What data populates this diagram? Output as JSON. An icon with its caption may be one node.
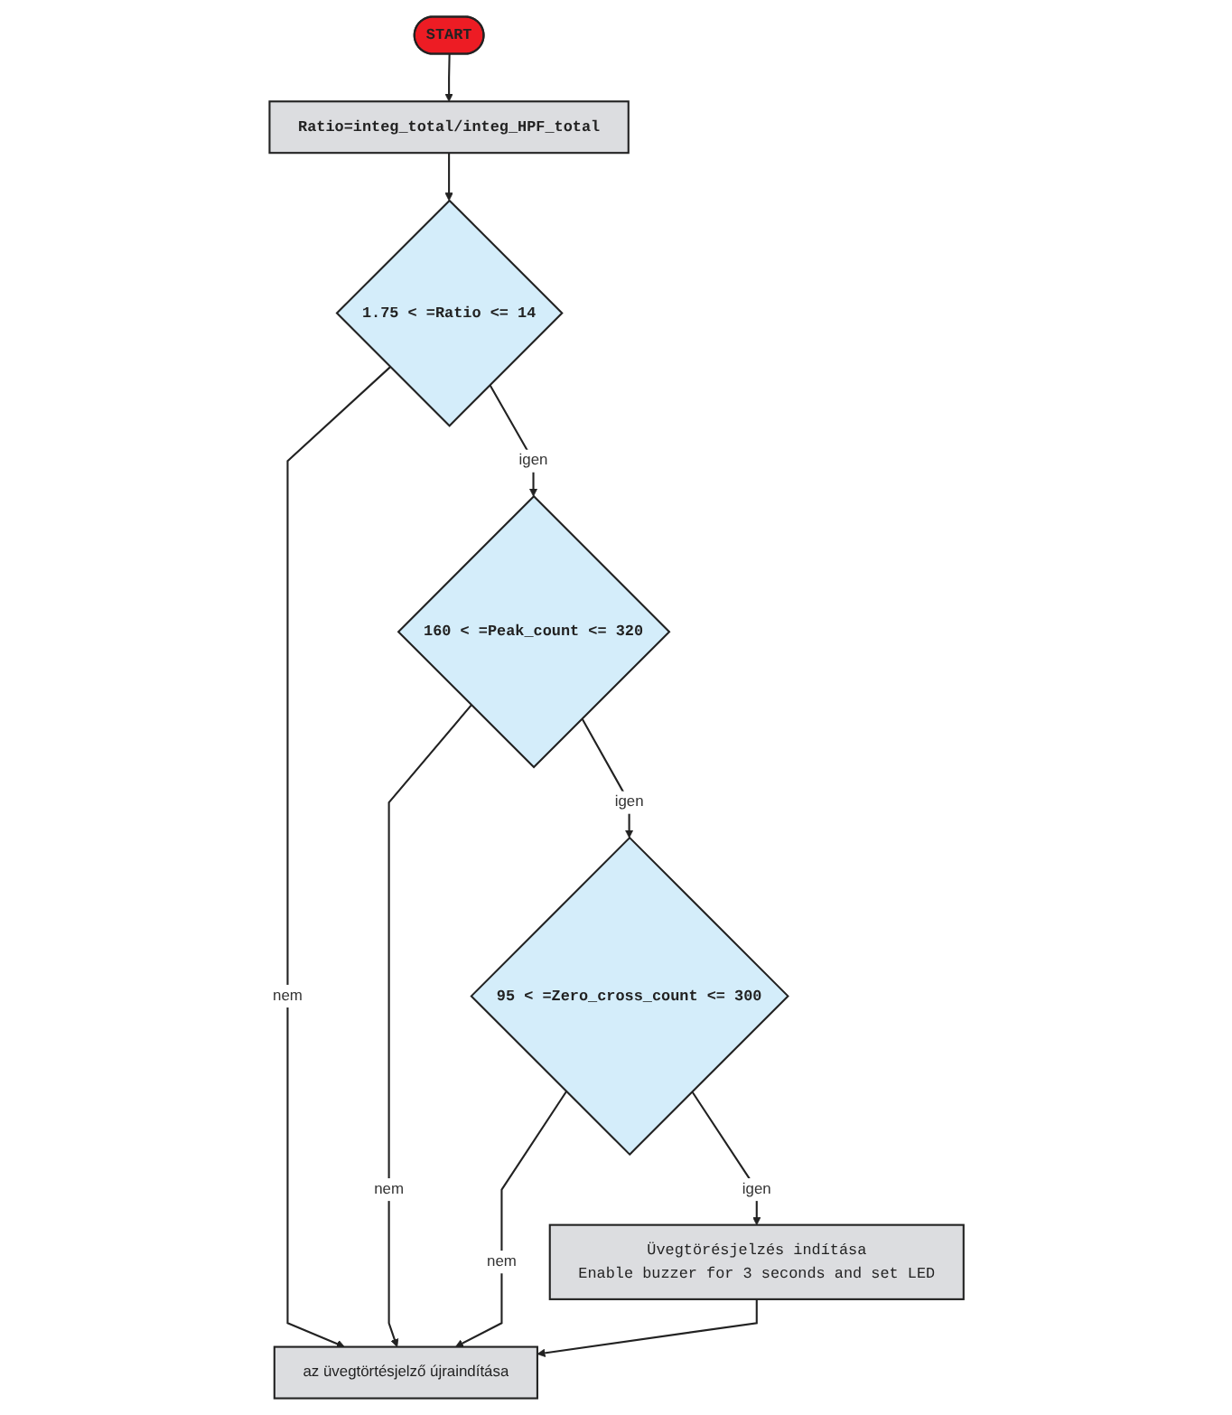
{
  "diagram": {
    "nodes": [
      {
        "text": [
          "START"
        ]
      },
      {
        "text": [
          "Ratio=integ_total/integ_HPF_total"
        ]
      },
      {
        "text": [
          "1.75 < =Ratio <= 14"
        ]
      },
      {
        "text": [
          "160 < =Peak_count <= 320"
        ]
      },
      {
        "text": [
          "95 < =Zero_cross_count <= 300"
        ]
      },
      {
        "text": [
          "Üvegtörésjelzés indítása",
          "Enable buzzer for 3 seconds and set LED"
        ]
      },
      {
        "text": [
          "az üvegtörtésjelző újraindítása"
        ]
      }
    ],
    "edges": [
      {
        "from": 0,
        "to": 1,
        "arrow": "to"
      },
      {
        "from": 1,
        "to": 2,
        "arrow": "to"
      },
      {
        "from": 2,
        "to": 3,
        "arrow": "to",
        "label": "igen"
      },
      {
        "from": 2,
        "to": 6,
        "arrow": "to",
        "label": "nem"
      },
      {
        "from": 3,
        "to": 4,
        "arrow": "to",
        "label": "igen"
      },
      {
        "from": 3,
        "to": 6,
        "arrow": "to",
        "label": "nem"
      },
      {
        "from": 4,
        "to": 5,
        "arrow": "to",
        "label": "igen"
      },
      {
        "from": 4,
        "to": 6,
        "arrow": "to",
        "label": "nem"
      },
      {
        "from": 5,
        "to": 6,
        "arrow": "to"
      }
    ]
  }
}
